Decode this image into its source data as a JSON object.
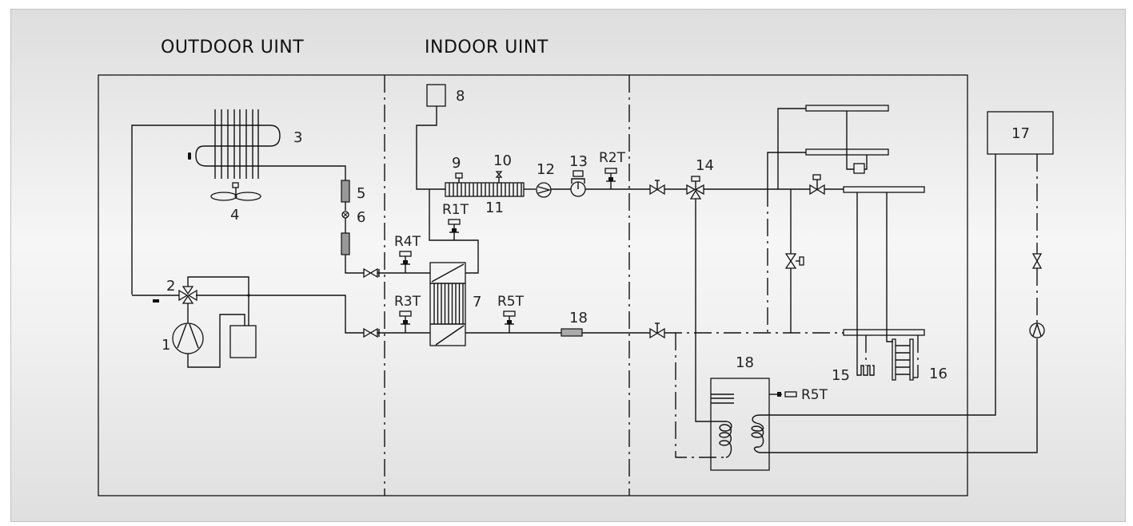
{
  "diagram": {
    "type": "heat pump refrigerant and water circuit schematic",
    "sections": {
      "outdoor": "OUTDOOR  UINT",
      "indoor": "INDOOR  UINT"
    },
    "components": {
      "c1": "1",
      "c2": "2",
      "c3": "3",
      "c4": "4",
      "c5": "5",
      "c6": "6",
      "c7": "7",
      "c8": "8",
      "c9": "9",
      "c10": "10",
      "c11": "11",
      "c12": "12",
      "c13": "13",
      "c14": "14",
      "c15": "15",
      "c16": "16",
      "c17": "17",
      "c18a": "18",
      "c18b": "18"
    },
    "sensors": {
      "r1t": "R1T",
      "r2t": "R2T",
      "r3t": "R3T",
      "r4t": "R4T",
      "r5t_a": "R5T",
      "r5t_b": "R5T"
    }
  }
}
